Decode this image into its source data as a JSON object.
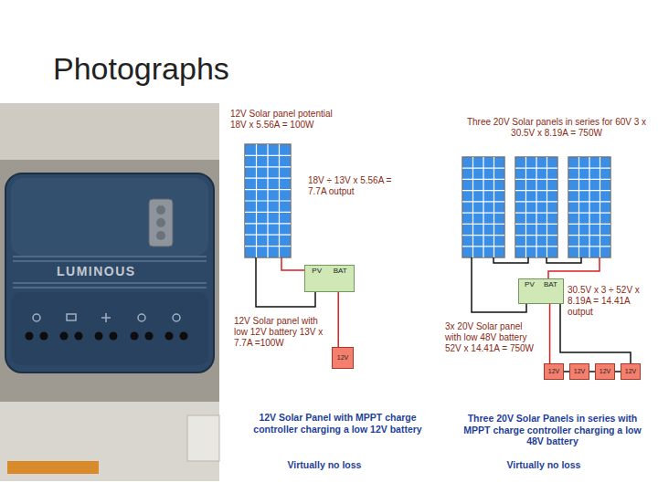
{
  "diagram": {
    "title": "Photographs",
    "nodes": [
      {
        "text": [
          "PV",
          "BAT"
        ]
      },
      {
        "text": [
          "12V"
        ]
      },
      {
        "text": [
          "PV",
          "BAT"
        ]
      },
      {
        "text": [
          "12V"
        ]
      },
      {
        "text": [
          "12V"
        ]
      },
      {
        "text": [
          "12V"
        ]
      },
      {
        "text": [
          "12V"
        ]
      }
    ],
    "edges": [
      {
        "from": 0,
        "to": 1,
        "arrow": "none"
      },
      {
        "from": 2,
        "to": 3,
        "arrow": "none"
      },
      {
        "from": 3,
        "to": 4,
        "arrow": "none"
      },
      {
        "from": 4,
        "to": 5,
        "arrow": "none"
      },
      {
        "from": 5,
        "to": 6,
        "arrow": "none"
      },
      {
        "from": 2,
        "to": 6,
        "arrow": "none"
      }
    ],
    "labels": [
      "LUMINOUS",
      "12V Solar panel potential 18V x 5.56A = 100W",
      "18V ÷ 13V x 5.56A = 7.7A output",
      "12V Solar panel with low 12V battery 13V x 7.7A =100W",
      "12V Solar Panel with MPPT charge controller charging a low 12V battery",
      "Virtually no loss",
      "Three 20V Solar panels in series for 60V 3 x 30.5V x 8.19A = 750W",
      "30.5V x 3 ÷ 52V x 8.19A = 14.41A output",
      "3x 20V Solar panel with low 48V battery 52V x 14.41A = 750W",
      "Three 20V Solar Panels in series with MPPT charge controller charging a low 48V battery",
      "Virtually no loss"
    ]
  }
}
